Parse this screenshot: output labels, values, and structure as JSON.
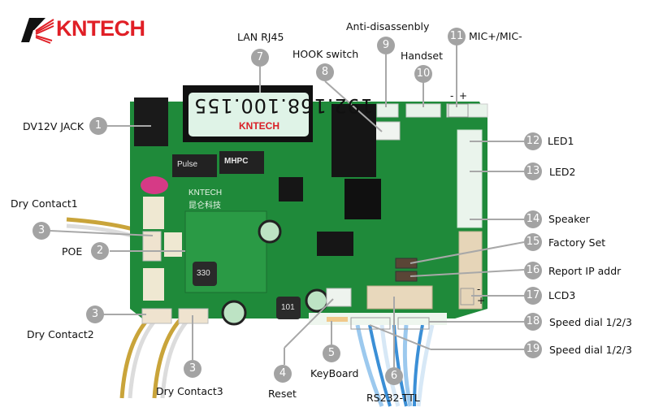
{
  "brand": {
    "name": "KNTECH",
    "color": "#e01f26"
  },
  "board": {
    "ip_label": "192.168.100.155",
    "ip_label_brand": "KNTECH",
    "chip_pulse": "Pulse",
    "chip_mhpc": "MHPC",
    "silk_brand": "KNTECH",
    "silk_chinese": "昆仑科技",
    "inductor_a": "330",
    "inductor_b": "101"
  },
  "callouts": [
    {
      "num": "1",
      "label": "DV12V JACK"
    },
    {
      "num": "2",
      "label": "POE"
    },
    {
      "num": "3",
      "label": "Dry Contact1"
    },
    {
      "num": "3",
      "label": "Dry Contact2"
    },
    {
      "num": "3",
      "label": "Dry Contact3"
    },
    {
      "num": "4",
      "label": "Reset"
    },
    {
      "num": "5",
      "label": "KeyBoard"
    },
    {
      "num": "6",
      "label": "RS232-TTL"
    },
    {
      "num": "7",
      "label": "LAN RJ45"
    },
    {
      "num": "8",
      "label": "HOOK switch"
    },
    {
      "num": "9",
      "label": "Anti-disassenbly"
    },
    {
      "num": "10",
      "label": "Handset"
    },
    {
      "num": "11",
      "label": "MIC+/MIC-"
    },
    {
      "num": "12",
      "label": "LED1"
    },
    {
      "num": "13",
      "label": "LED2"
    },
    {
      "num": "14",
      "label": "Speaker"
    },
    {
      "num": "15",
      "label": "Factory Set"
    },
    {
      "num": "16",
      "label": "Report IP addr"
    },
    {
      "num": "17",
      "label": "LCD3"
    },
    {
      "num": "18",
      "label": "Speed dial 1/2/3"
    },
    {
      "num": "19",
      "label": "Speed dial 1/2/3"
    }
  ],
  "polarity": {
    "minus": "-",
    "plus": "+"
  },
  "colors": {
    "pcb": "#1f8a3a",
    "badge": "#a3a3a3",
    "leader": "#a8a8a8"
  }
}
